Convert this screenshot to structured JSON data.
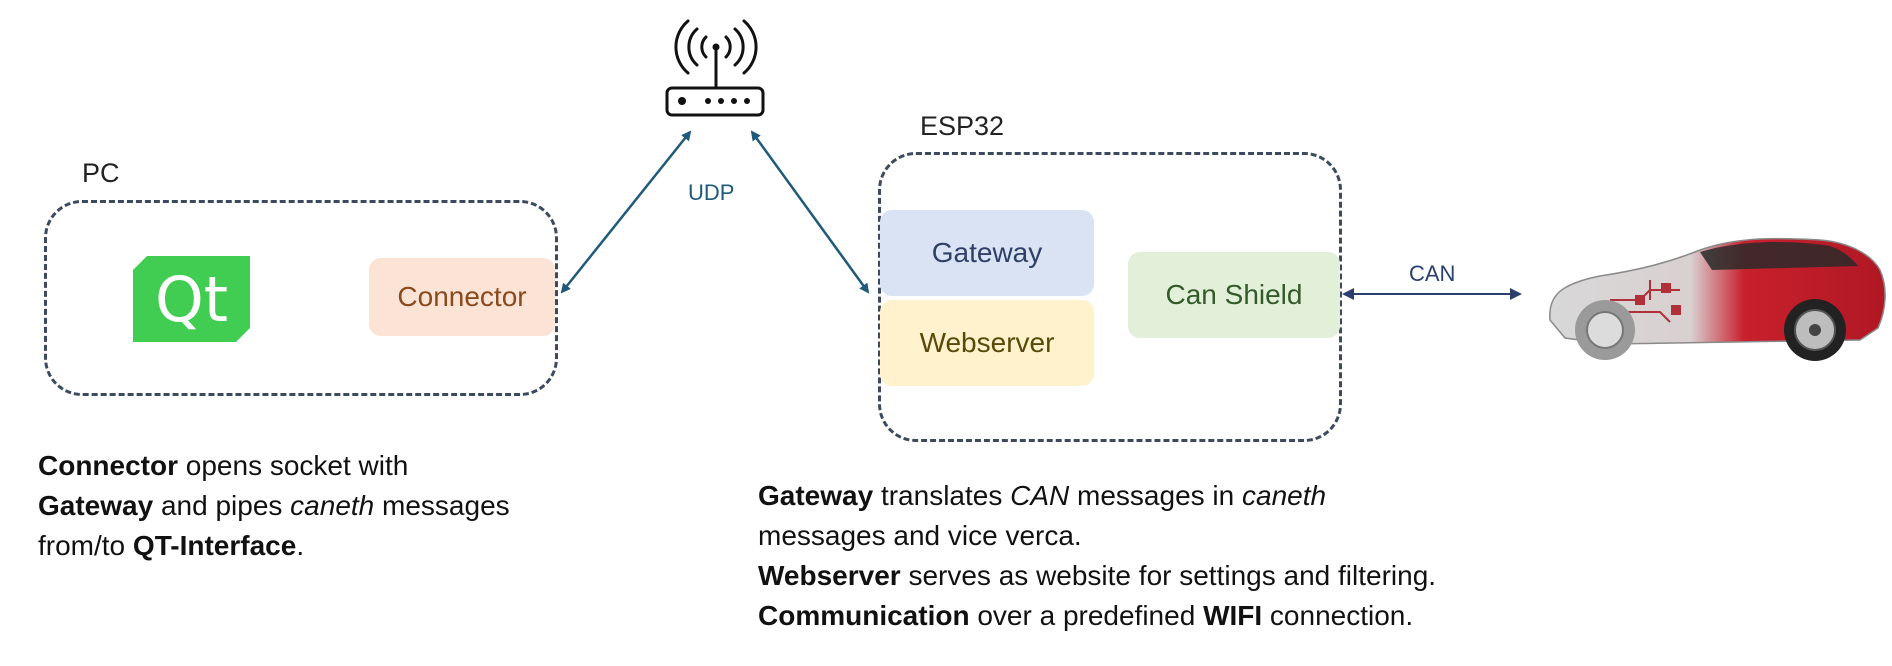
{
  "pc": {
    "label": "PC",
    "qt_logo_text": "Qt",
    "connector": "Connector"
  },
  "esp32": {
    "label": "ESP32",
    "gateway": "Gateway",
    "webserver": "Webserver",
    "can_shield": "Can Shield"
  },
  "links": {
    "udp": "UDP",
    "can": "CAN"
  },
  "colors": {
    "box_border": "#3b4a5e",
    "udp_arrow": "#1f5a7a",
    "can_arrow": "#2b3f6e",
    "connector_fill": "#fbe3d5",
    "gateway_fill": "#dae3f3",
    "webserver_fill": "#fff2cc",
    "can_shield_fill": "#e2f0d9",
    "qt_green": "#41cd52"
  },
  "descriptions": {
    "pc": {
      "l1_b": "Connector",
      "l1_t": " opens socket with",
      "l2_b": "Gateway",
      "l2_t": " and pipes ",
      "l2_i": "caneth",
      "l2_t2": " messages",
      "l3_t": "from/to ",
      "l3_b": "QT-Interface",
      "l3_t2": "."
    },
    "esp32": {
      "l1_b": "Gateway",
      "l1_t": " translates ",
      "l1_i": "CAN",
      "l1_t2": " messages in ",
      "l1_i2": "caneth",
      "l2_t": "messages and vice verca.",
      "l3_b": "Webserver",
      "l3_t": " serves as website for settings and filtering.",
      "l4_b": "Communication",
      "l4_t": " over a predefined ",
      "l4_b2": "WIFI",
      "l4_t2": " connection."
    }
  }
}
